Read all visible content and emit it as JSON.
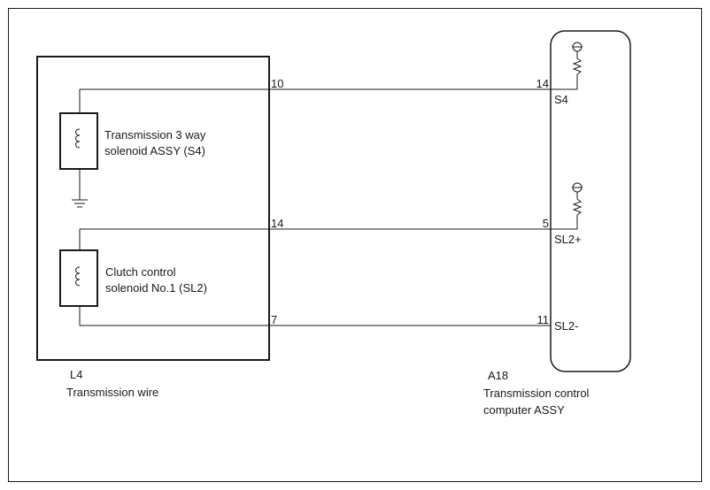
{
  "connectors": {
    "l4": {
      "id": "L4",
      "name": "Transmission wire"
    },
    "a18": {
      "id": "A18",
      "name_line1": "Transmission control",
      "name_line2": "computer ASSY"
    }
  },
  "components": {
    "s4_solenoid": {
      "line1": "Transmission 3 way",
      "line2": "solenoid ASSY (S4)"
    },
    "sl2_solenoid": {
      "line1": "Clutch control",
      "line2": "solenoid No.1 (SL2)"
    }
  },
  "wires": [
    {
      "from_pin": "10",
      "to_pin": "14",
      "terminal": "S4"
    },
    {
      "from_pin": "14",
      "to_pin": "5",
      "terminal": "SL2+"
    },
    {
      "from_pin": "7",
      "to_pin": "11",
      "terminal": "SL2-"
    }
  ]
}
